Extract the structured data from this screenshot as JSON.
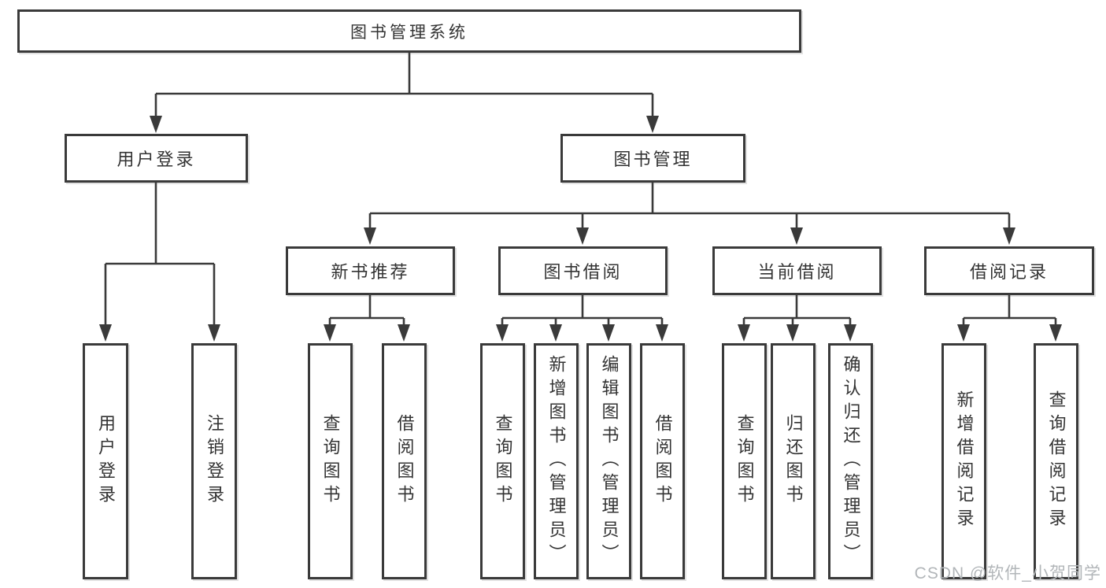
{
  "diagram": {
    "root": {
      "label": "图书管理系统"
    },
    "level2": [
      {
        "label": "用户登录",
        "leaves": [
          "用户登录",
          "注销登录"
        ]
      },
      {
        "label": "图书管理",
        "groups": [
          {
            "label": "新书推荐",
            "leaves": [
              "查询图书",
              "借阅图书"
            ]
          },
          {
            "label": "图书借阅",
            "leaves": [
              "查询图书",
              "新增图书（管理员）",
              "编辑图书（管理员）",
              "借阅图书"
            ]
          },
          {
            "label": "当前借阅",
            "leaves": [
              "查询图书",
              "归还图书",
              "确认归还（管理员）"
            ]
          },
          {
            "label": "借阅记录",
            "leaves": [
              "新增借阅记录",
              "查询借阅记录"
            ]
          }
        ]
      }
    ]
  },
  "watermark": {
    "text": "CSDN @软件_小贺同学"
  },
  "colors": {
    "line": "#3a3a3a",
    "text": "#333333",
    "watermark_text": "#b2b6b9",
    "background": "#ffffff"
  }
}
